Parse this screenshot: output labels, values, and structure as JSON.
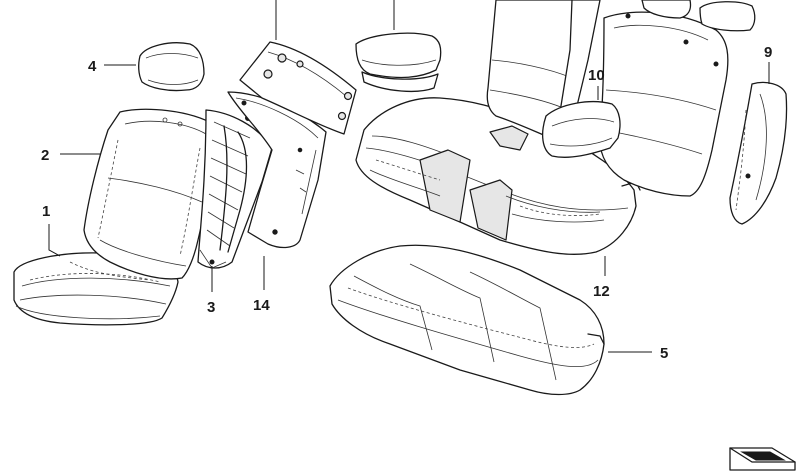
{
  "diagram": {
    "parts": [
      {
        "id": "part-1",
        "label": "1"
      },
      {
        "id": "part-2",
        "label": "2"
      },
      {
        "id": "part-3",
        "label": "3"
      },
      {
        "id": "part-4",
        "label": "4"
      },
      {
        "id": "part-5",
        "label": "5"
      },
      {
        "id": "part-9",
        "label": "9"
      },
      {
        "id": "part-10",
        "label": "10"
      },
      {
        "id": "part-12",
        "label": "12"
      },
      {
        "id": "part-14",
        "label": "14"
      }
    ]
  }
}
